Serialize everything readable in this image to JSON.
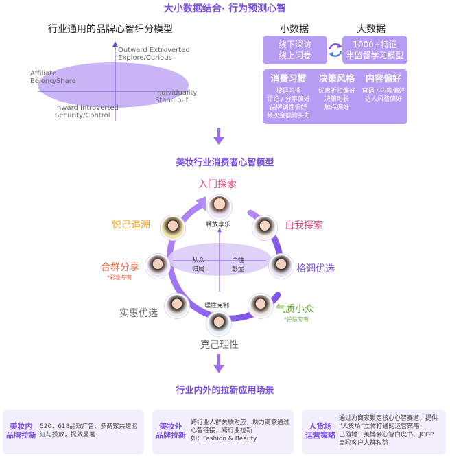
{
  "header_title": "大小数据结合· 行为预测心智",
  "general_model": {
    "title": "行业通用的品牌心智细分模型",
    "axis_top": [
      "Outward Extroverted",
      "Explore/Curious"
    ],
    "axis_left": [
      "Affiliate",
      "Belong/Share"
    ],
    "axis_right": [
      "Individuality",
      "Stand out"
    ],
    "axis_bottom": [
      "Inward Introverted",
      "Security/Control"
    ]
  },
  "data_panel": {
    "small_label": "小数据",
    "big_label": "大数据",
    "small_box": [
      "线下深访",
      "线上问卷"
    ],
    "big_box": [
      "1000+特征",
      "半监督学习模型"
    ],
    "categories": [
      {
        "title": "消费习惯",
        "items": [
          "搜逛习惯",
          "评论 / 分享偏好",
          "品牌调性偏好",
          "频次金额购买力"
        ]
      },
      {
        "title": "决策风格",
        "items": [
          "优惠折扣偏好",
          "决策时长",
          "触点偏好"
        ]
      },
      {
        "title": "内容偏好",
        "items": [
          "直播 / 内容偏好",
          "达人风格偏好"
        ]
      }
    ]
  },
  "beauty_model": {
    "title": "美妆行业消费者心智模型",
    "segments": {
      "top": "入门探索",
      "top_right": "自我探索",
      "right": "格调优选",
      "bottom_right": "气质小众",
      "bottom_right_note": "*护肤专有",
      "bottom": "克己理性",
      "bottom_left": "实惠优选",
      "left": "合群分享",
      "left_note": "*彩妆专有",
      "top_left": "悦己追潮"
    },
    "inner": {
      "top": "释放享乐",
      "bottom": "理性克制",
      "left": [
        "从众",
        "归属"
      ],
      "right": [
        "个性",
        "彰显"
      ]
    }
  },
  "scenes": {
    "title": "行业内外的拉新应用场景",
    "cards": [
      {
        "title": [
          "美妆内",
          "品牌拉新"
        ],
        "text": [
          "520、618品效广告、多商家共建验",
          "证与投放，提效显著"
        ]
      },
      {
        "title": [
          "美妆外",
          "品牌拉新"
        ],
        "text": [
          "跨行业人群关联对应，助力商家通过",
          "心智链接，跨行业拉新",
          "如：Fashion & Beauty"
        ]
      },
      {
        "title": [
          "人货场",
          "运营策略"
        ],
        "text": [
          "通过为商家锁定核心心智赛道，提供",
          "“人货场”立体打通的运营策略",
          "已落地：美博会心智白皮书、JCGP",
          "高阶客户人群权益"
        ]
      }
    ]
  },
  "colors": {
    "accent": "#7B4FE0",
    "ring": "#9B6CF0",
    "box": "#B79CF3",
    "top_label": "#E0457B",
    "top_left_label": "#F0A020",
    "left_label": "#E0603A",
    "right_label": "#7B4FE0",
    "green_label": "#6BAA3A",
    "gray_label": "#666666"
  }
}
